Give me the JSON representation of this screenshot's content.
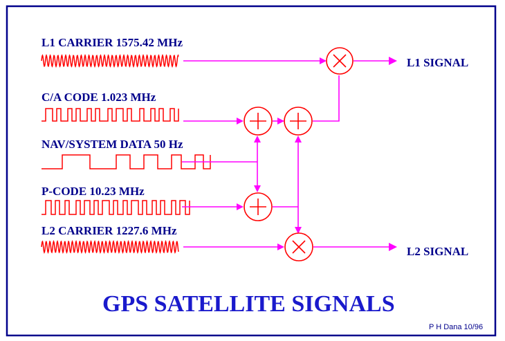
{
  "diagram": {
    "title": "GPS SATELLITE SIGNALS",
    "credit": "P H Dana 10/96",
    "inputs": {
      "l1_carrier": "L1 CARRIER 1575.42 MHz",
      "ca_code": "C/A CODE 1.023 MHz",
      "nav_data": "NAV/SYSTEM DATA 50 Hz",
      "p_code": "P-CODE 10.23  MHz",
      "l2_carrier": "L2 CARRIER 1227.6 MHz"
    },
    "outputs": {
      "l1_signal": "L1 SIGNAL",
      "l2_signal": "L2 SIGNAL"
    },
    "operators": {
      "modulo2_add": "+",
      "multiply": "×"
    },
    "colors": {
      "frame": "#00008b",
      "text": "#00008b",
      "title": "#1a1acc",
      "waveform": "#ff0000",
      "wire": "#ff00ff"
    },
    "icons": [
      "sine-waveform",
      "square-waveform",
      "xor-adder",
      "mixer-multiplier",
      "arrow-head"
    ]
  }
}
